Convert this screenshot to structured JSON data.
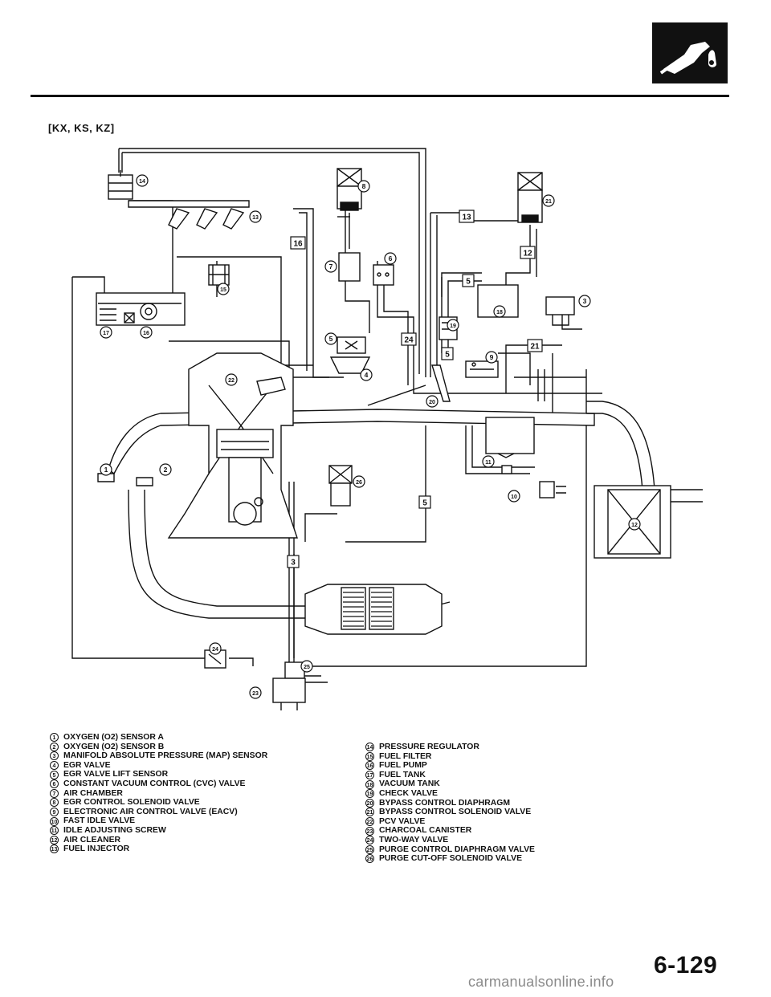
{
  "page": {
    "model_label": "[KX, KS, KZ]",
    "page_number": "6-129",
    "watermark": "carmanualsonline.info",
    "section_icon": "fuel-and-emissions-icon"
  },
  "diagram": {
    "box_labels": [
      "16",
      "24",
      "13",
      "12",
      "5",
      "5",
      "21",
      "5",
      "3"
    ],
    "circle_labels": [
      "14",
      "13",
      "8",
      "21",
      "6",
      "7",
      "15",
      "3",
      "18",
      "19",
      "17",
      "16",
      "5",
      "4",
      "9",
      "22",
      "20",
      "11",
      "1",
      "2",
      "26",
      "10",
      "12",
      "24",
      "25",
      "23"
    ]
  },
  "legend": {
    "left": [
      {
        "num": "1",
        "text": "OXYGEN (O2) SENSOR A"
      },
      {
        "num": "2",
        "text": "OXYGEN (O2) SENSOR B"
      },
      {
        "num": "3",
        "text": "MANIFOLD ABSOLUTE PRESSURE (MAP) SENSOR"
      },
      {
        "num": "4",
        "text": "EGR VALVE"
      },
      {
        "num": "5",
        "text": "EGR VALVE LIFT SENSOR"
      },
      {
        "num": "6",
        "text": "CONSTANT VACUUM CONTROL (CVC) VALVE"
      },
      {
        "num": "7",
        "text": "AIR CHAMBER"
      },
      {
        "num": "8",
        "text": "EGR CONTROL SOLENOID VALVE"
      },
      {
        "num": "9",
        "text": "ELECTRONIC AIR CONTROL VALVE (EACV)"
      },
      {
        "num": "10",
        "text": "FAST IDLE VALVE"
      },
      {
        "num": "11",
        "text": "IDLE ADJUSTING SCREW"
      },
      {
        "num": "12",
        "text": "AIR CLEANER"
      },
      {
        "num": "13",
        "text": "FUEL INJECTOR"
      }
    ],
    "right": [
      {
        "num": "14",
        "text": "PRESSURE REGULATOR"
      },
      {
        "num": "15",
        "text": "FUEL FILTER"
      },
      {
        "num": "16",
        "text": "FUEL PUMP"
      },
      {
        "num": "17",
        "text": "FUEL TANK"
      },
      {
        "num": "18",
        "text": "VACUUM TANK"
      },
      {
        "num": "19",
        "text": "CHECK VALVE"
      },
      {
        "num": "20",
        "text": "BYPASS CONTROL DIAPHRAGM"
      },
      {
        "num": "21",
        "text": "BYPASS CONTROL SOLENOID VALVE"
      },
      {
        "num": "22",
        "text": "PCV VALVE"
      },
      {
        "num": "23",
        "text": "CHARCOAL CANISTER"
      },
      {
        "num": "24",
        "text": "TWO-WAY VALVE"
      },
      {
        "num": "25",
        "text": "PURGE CONTROL DIAPHRAGM VALVE"
      },
      {
        "num": "26",
        "text": "PURGE CUT-OFF SOLENOID VALVE"
      }
    ]
  }
}
